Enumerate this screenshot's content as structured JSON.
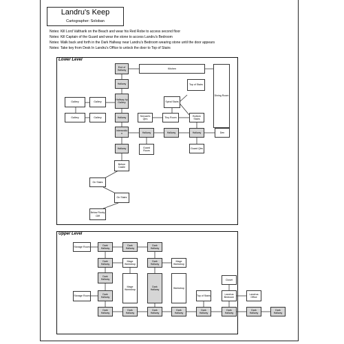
{
  "header": {
    "title": "Landru's Keep",
    "cartographer": "Cartographer: Soloban"
  },
  "notes": [
    "Notes: Kill Lord Valtharik on the Beach and wear his Red Robe to access second floor",
    "Notes: Kill Captain of the Guard and wear the stone to access Landru's Bedroom",
    "Notes: Walk back and forth in the Dark Hallway near Landru's Bedroom wearing stone until the door appears",
    "Notes: Take key from Desk In Landru's Office to unlock the door to Top of Stairs"
  ],
  "lower": {
    "label": "Lower Level",
    "rooms": {
      "end_of_hallway": "End of Hallway",
      "kitchen": "Kitchen",
      "hallway_1": "Hallway",
      "dining_room": "Dining Room",
      "top_of_stairs": "Top of Stairs",
      "gallery_a": "Gallery",
      "gallery_b": "Gallery",
      "hallway_by_gallery": "Hallway by Gallery",
      "spiral_stairs": "Spiral Stairs",
      "gallery_c": "Gallery",
      "gallery_d": "Gallery",
      "hallway_2": "Hallway",
      "servants_qtrs": "Servant's Qtrs",
      "tiny_room": "Tiny Room",
      "bottom_stairs": "Bottom Stairs",
      "intersection": "Intersectio n",
      "hallway_3": "Hallway",
      "hallway_4": "Hallway",
      "hallway_5": "Hallway",
      "den": "Den",
      "hallway_6": "Hallway",
      "guard_room": "Guard Room",
      "guard_qtrs": "Guard Qtrs",
      "before_castle": "Before Castle",
      "on_stairs_1": "On Stairs",
      "on_stairs_2": "On Stairs",
      "below_rocky_cliff": "Below Rocky Cliff"
    }
  },
  "upper": {
    "label": "Upper Level",
    "rooms": {
      "storage_room_1": "Storage Room",
      "dh_1": "Dark Hallway",
      "dh_2": "Dark Hallway",
      "dh_3": "Dark Hallway",
      "dh_4": "Dark Hallway",
      "mage_workshop_1": "Mage Workshop",
      "dh_5": "Dark Hallway",
      "mage_workshop_2": "Mage Workshop",
      "dh_6": "Dark Hallway",
      "mage_workshop_3": "Mage Workshop",
      "dh_7": "Dark Hallway",
      "workshop": "Workshop",
      "closet": "Closet",
      "storage_room_2": "Storage Room",
      "dh_8": "Dark Hallway",
      "top_of_stairs": "Top of Stairs",
      "landrus_bedroom": "Landrus Bedroom",
      "landrus_office": "Landrus Office",
      "dh_b1": "Dark Hallway",
      "dh_b2": "Dark Hallway",
      "dh_b3": "Dark Hallway",
      "dh_b4": "Dark Hallway",
      "dh_b5": "Dark Hallway",
      "dh_b6": "Dark Hallway",
      "dh_b7": "Dark Hallway",
      "dh_b8": "Dark Hallway"
    }
  }
}
